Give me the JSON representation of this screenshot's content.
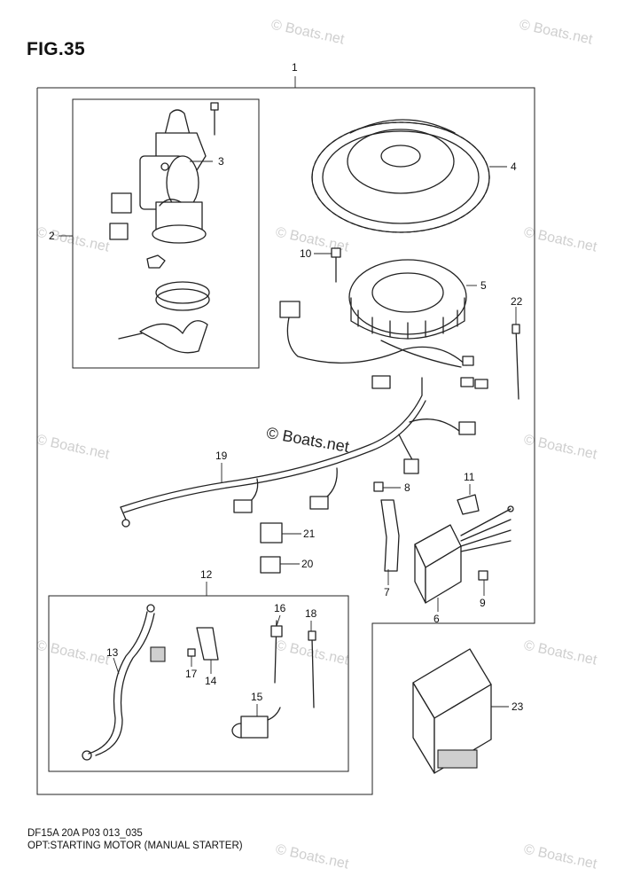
{
  "figure": {
    "title": "FIG.35",
    "code": "DF15A 20A P03 013_035",
    "caption": "OPT:STARTING MOTOR (MANUAL STARTER)"
  },
  "watermark": {
    "text": "© Boats.net",
    "center_text": "© Boats.net"
  },
  "callouts": {
    "c1": "1",
    "c2": "2",
    "c3": "3",
    "c4": "4",
    "c5": "5",
    "c6": "6",
    "c7": "7",
    "c8": "8",
    "c9": "9",
    "c10": "10",
    "c11": "11",
    "c12": "12",
    "c13": "13",
    "c14": "14",
    "c15": "15",
    "c16": "16",
    "c17": "17",
    "c18": "18",
    "c19": "19",
    "c20": "20",
    "c21": "21",
    "c22": "22",
    "c23": "23"
  }
}
